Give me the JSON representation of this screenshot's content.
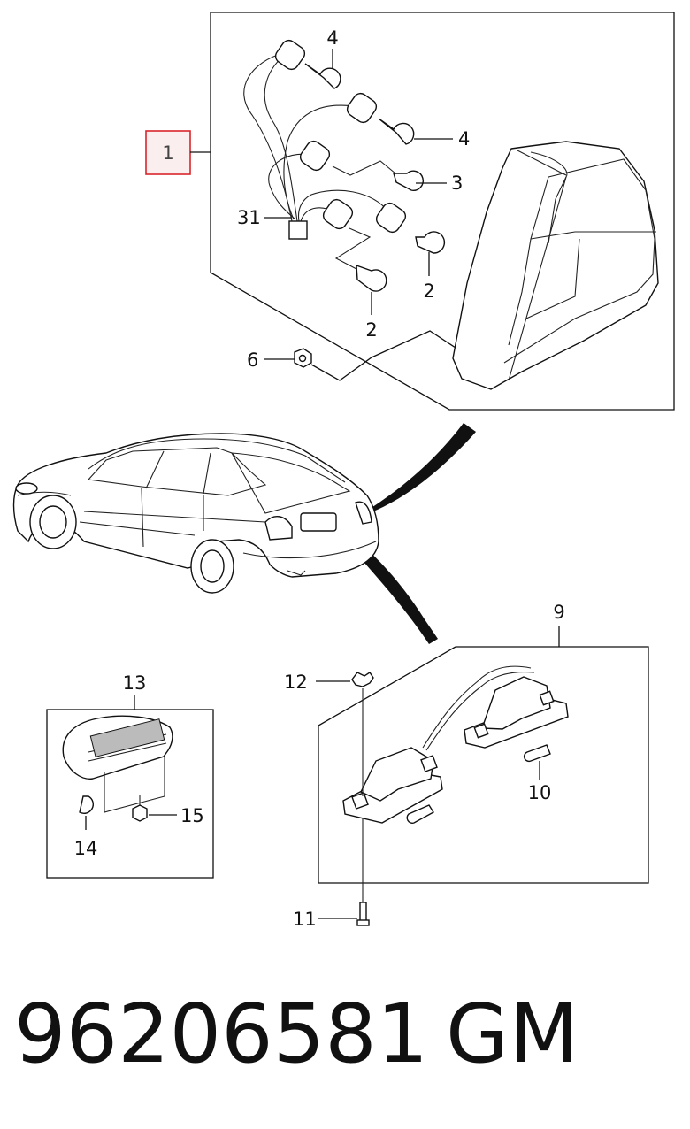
{
  "callouts": {
    "c1": "1",
    "c2a": "2",
    "c2b": "2",
    "c3": "3",
    "c4a": "4",
    "c4b": "4",
    "c6": "6",
    "c9": "9",
    "c10": "10",
    "c11": "11",
    "c12": "12",
    "c13": "13",
    "c14": "14",
    "c15": "15",
    "c31": "31"
  },
  "part_number": "96206581",
  "brand": "GM",
  "colors": {
    "highlight_box": "#d9252b",
    "line": "#111111"
  }
}
